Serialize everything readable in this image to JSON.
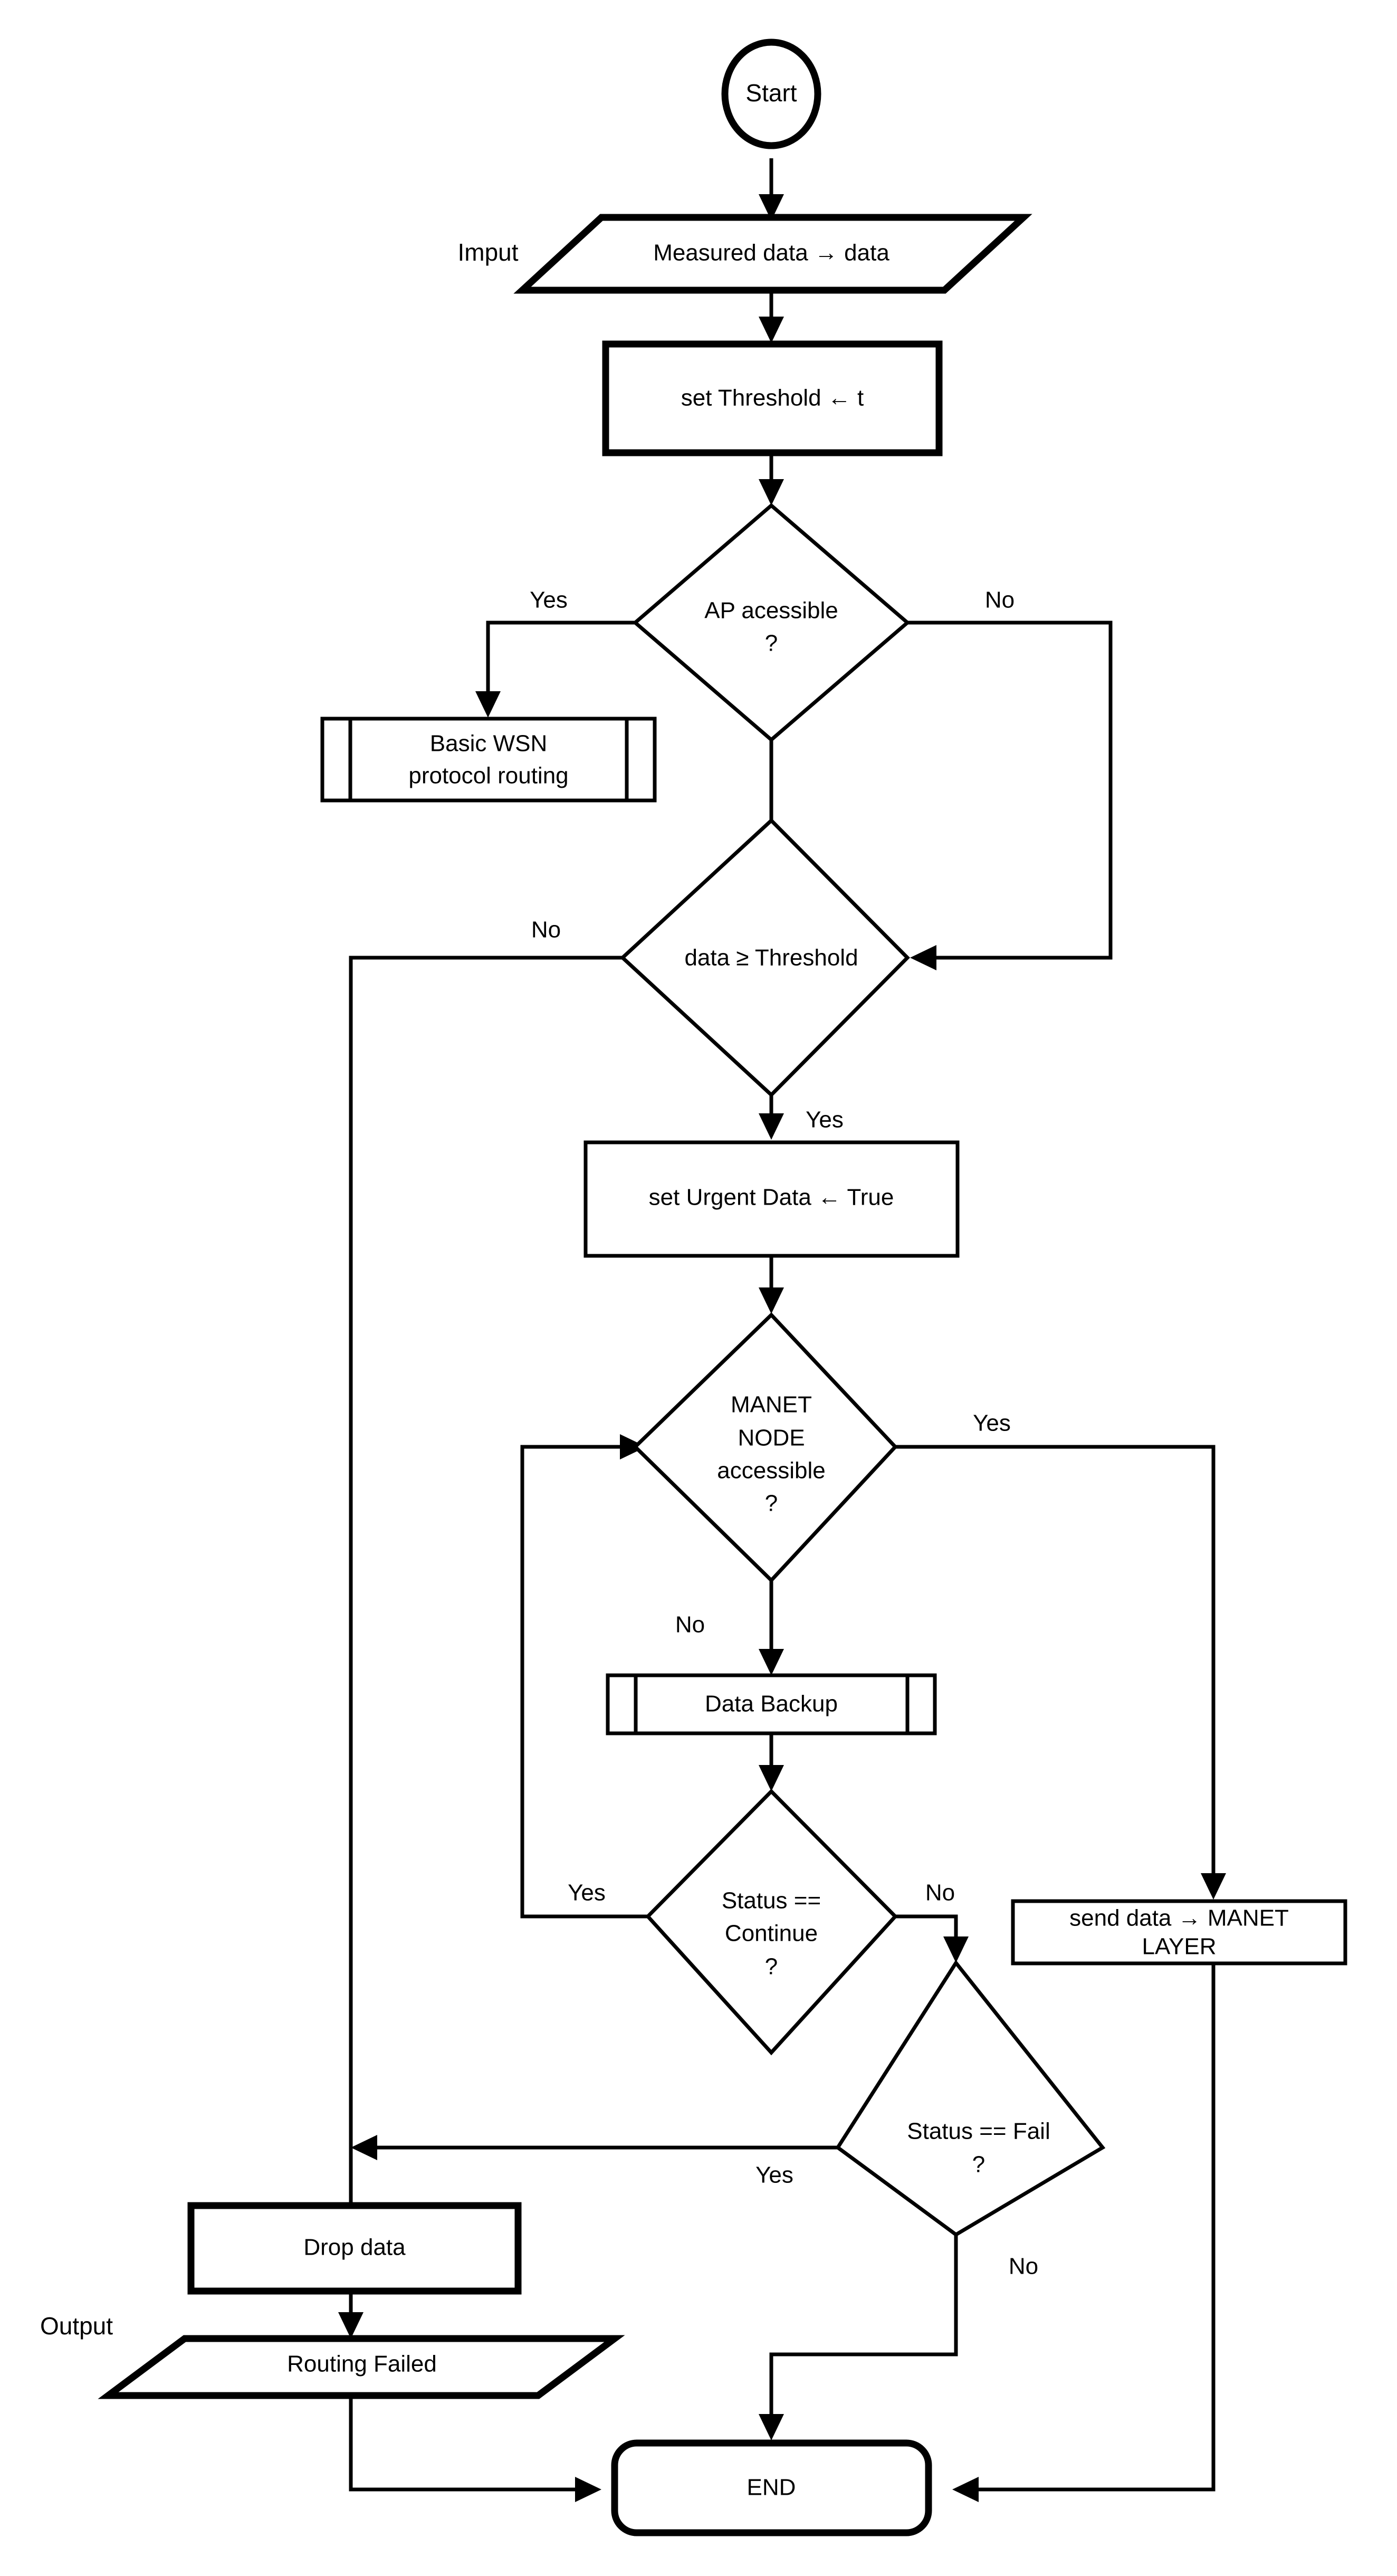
{
  "diagram": {
    "title": "WSN-MANET urgent data routing flowchart",
    "background_color": "#ffffff",
    "line_color": "#000000"
  },
  "nodes": {
    "start": {
      "label": "Start",
      "shape": "terminator-circle"
    },
    "input_measured": {
      "label": "Measured data → data",
      "shape": "parallelogram",
      "side_label": "Imput"
    },
    "set_threshold": {
      "label": "set Threshold ← t",
      "shape": "process"
    },
    "ap_accessible": {
      "label_line1": "AP acessible",
      "label_line2": "?",
      "shape": "decision"
    },
    "basic_wsn": {
      "label_line1": "Basic WSN",
      "label_line2": "protocol routing",
      "shape": "predefined-process"
    },
    "data_threshold": {
      "label": "data ≥ Threshold",
      "shape": "decision"
    },
    "set_urgent": {
      "label": "set Urgent Data ← True",
      "shape": "process"
    },
    "manet_node": {
      "label_line1": "MANET",
      "label_line2": "NODE",
      "label_line3": "accessible",
      "label_line4": "?",
      "shape": "decision"
    },
    "data_backup": {
      "label": "Data Backup",
      "shape": "predefined-process"
    },
    "status_continue": {
      "label_line1": "Status ==",
      "label_line2": "Continue",
      "label_line3": "?",
      "shape": "decision"
    },
    "send_manet": {
      "label_line1": "send data → MANET",
      "label_line2": "LAYER",
      "shape": "process"
    },
    "status_fail": {
      "label_line1": "Status == Fail",
      "label_line2": "?",
      "shape": "decision"
    },
    "drop_data": {
      "label": "Drop data",
      "shape": "process"
    },
    "routing_failed": {
      "label": "Routing Failed",
      "shape": "parallelogram",
      "side_label": "Output"
    },
    "end": {
      "label": "END",
      "shape": "terminator-rounded"
    }
  },
  "edge_labels": {
    "ap_yes": "Yes",
    "ap_no": "No",
    "threshold_no": "No",
    "threshold_yes": "Yes",
    "manet_yes": "Yes",
    "manet_no": "No",
    "continue_yes": "Yes",
    "continue_no": "No",
    "fail_yes": "Yes",
    "fail_no": "No"
  },
  "side_labels": {
    "input": "Imput",
    "output": "Output"
  },
  "chart_data": {
    "type": "flowchart",
    "nodes": [
      {
        "id": "start",
        "text": "Start",
        "shape": "circle"
      },
      {
        "id": "input_measured",
        "text": "Measured data → data",
        "shape": "parallelogram",
        "annotation": "Imput"
      },
      {
        "id": "set_threshold",
        "text": "set Threshold ← t",
        "shape": "rectangle"
      },
      {
        "id": "ap_accessible",
        "text": "AP acessible ?",
        "shape": "diamond"
      },
      {
        "id": "basic_wsn",
        "text": "Basic WSN protocol routing",
        "shape": "predefined-process"
      },
      {
        "id": "data_threshold",
        "text": "data ≥ Threshold",
        "shape": "diamond"
      },
      {
        "id": "set_urgent",
        "text": "set Urgent Data ← True",
        "shape": "rectangle"
      },
      {
        "id": "manet_node",
        "text": "MANET NODE accessible ?",
        "shape": "diamond"
      },
      {
        "id": "data_backup",
        "text": "Data Backup",
        "shape": "predefined-process"
      },
      {
        "id": "status_continue",
        "text": "Status == Continue ?",
        "shape": "diamond"
      },
      {
        "id": "send_manet",
        "text": "send data → MANET LAYER",
        "shape": "rectangle"
      },
      {
        "id": "status_fail",
        "text": "Status == Fail ?",
        "shape": "diamond"
      },
      {
        "id": "drop_data",
        "text": "Drop data",
        "shape": "rectangle"
      },
      {
        "id": "routing_failed",
        "text": "Routing Failed",
        "shape": "parallelogram",
        "annotation": "Output"
      },
      {
        "id": "end",
        "text": "END",
        "shape": "rounded-rectangle"
      }
    ],
    "edges": [
      {
        "from": "start",
        "to": "input_measured",
        "label": ""
      },
      {
        "from": "input_measured",
        "to": "set_threshold",
        "label": ""
      },
      {
        "from": "set_threshold",
        "to": "ap_accessible",
        "label": ""
      },
      {
        "from": "ap_accessible",
        "to": "basic_wsn",
        "label": "Yes"
      },
      {
        "from": "ap_accessible",
        "to": "data_threshold",
        "label": "No"
      },
      {
        "from": "data_threshold",
        "to": "routing_failed",
        "label": "No"
      },
      {
        "from": "data_threshold",
        "to": "set_urgent",
        "label": "Yes"
      },
      {
        "from": "set_urgent",
        "to": "manet_node",
        "label": ""
      },
      {
        "from": "manet_node",
        "to": "send_manet",
        "label": "Yes"
      },
      {
        "from": "manet_node",
        "to": "data_backup",
        "label": "No"
      },
      {
        "from": "data_backup",
        "to": "status_continue",
        "label": ""
      },
      {
        "from": "status_continue",
        "to": "manet_node",
        "label": "Yes"
      },
      {
        "from": "status_continue",
        "to": "status_fail",
        "label": "No"
      },
      {
        "from": "status_fail",
        "to": "drop_data",
        "label": "Yes"
      },
      {
        "from": "status_fail",
        "to": "end",
        "label": "No"
      },
      {
        "from": "drop_data",
        "to": "routing_failed",
        "label": ""
      },
      {
        "from": "routing_failed",
        "to": "end",
        "label": ""
      },
      {
        "from": "send_manet",
        "to": "end",
        "label": ""
      }
    ]
  }
}
